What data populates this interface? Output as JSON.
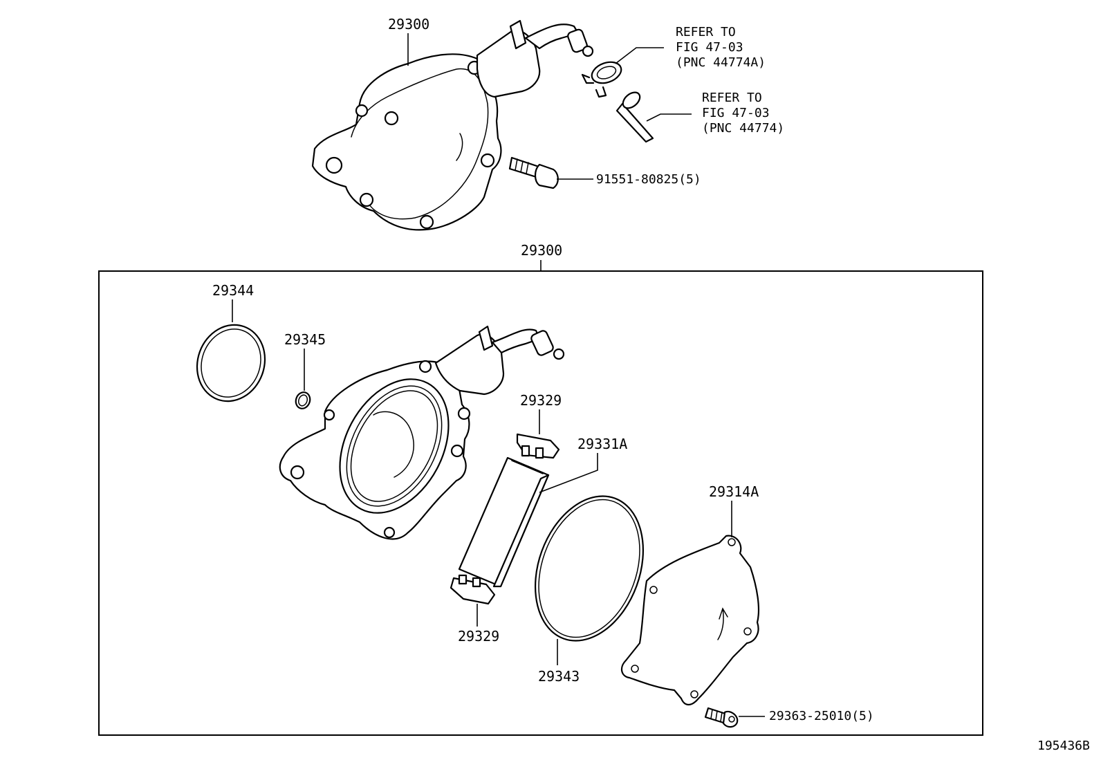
{
  "labels": {
    "pump_top": "29300",
    "refer_clamp": [
      "REFER TO",
      "FIG 47-03",
      "(PNC 44774A)"
    ],
    "refer_hose": [
      "REFER TO",
      "FIG 47-03",
      "(PNC 44774)"
    ],
    "bolt_top": "91551-80825(5)",
    "assembly": "29300",
    "oring_large": "29344",
    "oring_small": "29345",
    "vane_top": "29329",
    "rotor": "29331A",
    "cover": "29314A",
    "vane_bottom": "29329",
    "oring_cover": "29343",
    "bolt_cover": "29363-25010(5)",
    "illustration_id": "195436B"
  }
}
